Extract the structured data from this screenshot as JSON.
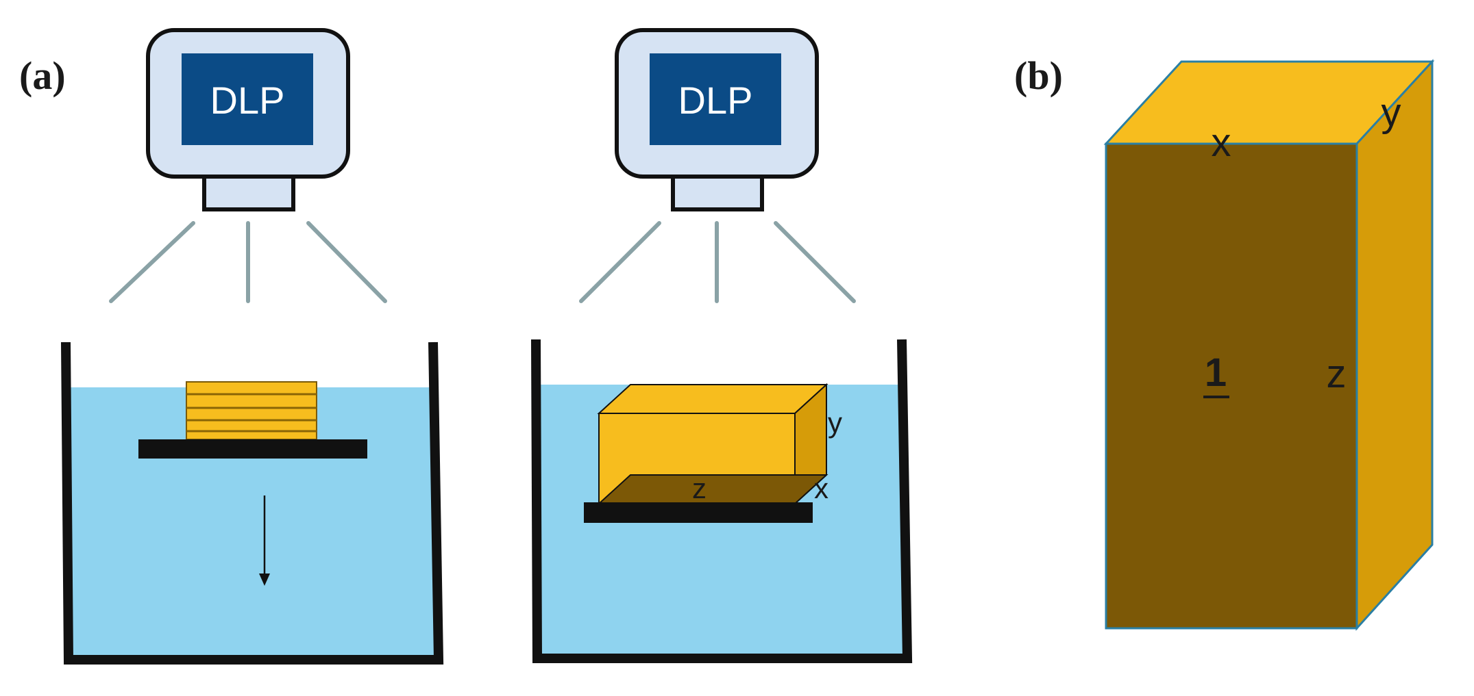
{
  "panels": {
    "a": {
      "label": "(a)"
    },
    "b": {
      "label": "(b)"
    }
  },
  "projector_left": {
    "label": "DLP"
  },
  "projector_right": {
    "label": "DLP"
  },
  "vat_right": {
    "axis_y": "y",
    "axis_z": "z",
    "axis_x": "x"
  },
  "cube_b": {
    "axis_x": "x",
    "axis_y": "y",
    "axis_z": "z",
    "number": "1"
  },
  "colors": {
    "resin": "#8fd3ef",
    "projector_body": "#d6e3f3",
    "projector_screen": "#0b4b86",
    "part_top": "#f7bd1e",
    "part_front": "#7c5806",
    "part_side": "#d69c09",
    "light_rays": "#8aa2a6",
    "vat_wall": "#111111"
  }
}
